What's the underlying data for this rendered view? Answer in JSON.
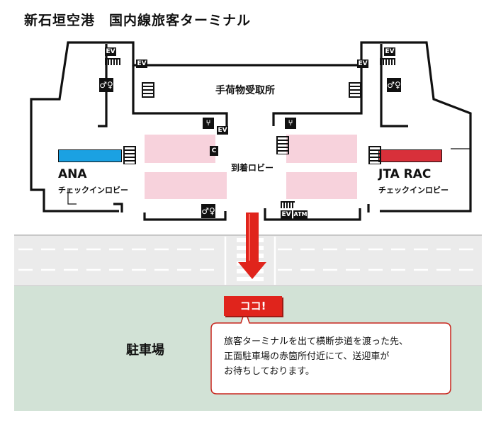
{
  "title": "新石垣空港　国内線旅客ターミナル",
  "labels": {
    "baggage_claim": "手荷物受取所",
    "arrival_lobby": "到着ロビー",
    "ana": "ANA",
    "ana_checkin": "チェックインロビー",
    "jta": "JTA RAC",
    "jta_checkin": "チェックインロビー",
    "parking": "駐車場",
    "koko": "ココ!",
    "callout": [
      "旅客ターミナルを出て横断歩道を渡った先、",
      "正面駐車場の赤箇所付近にて、送迎車が",
      "お待ちしております。"
    ]
  },
  "icons": {
    "ev": "EV",
    "atm": "ATM",
    "cash": "C",
    "toilet": "restroom-icon",
    "dining": "restaurant-icon",
    "stairs": "stairs-icon"
  },
  "colors": {
    "ana_counter": "#1ba1e2",
    "jta_counter": "#d8303a",
    "red": "#e0241c",
    "lobby_pink": "#f7d2dc",
    "road": "#ebebeb",
    "parking_green": "#d2e2d6"
  }
}
